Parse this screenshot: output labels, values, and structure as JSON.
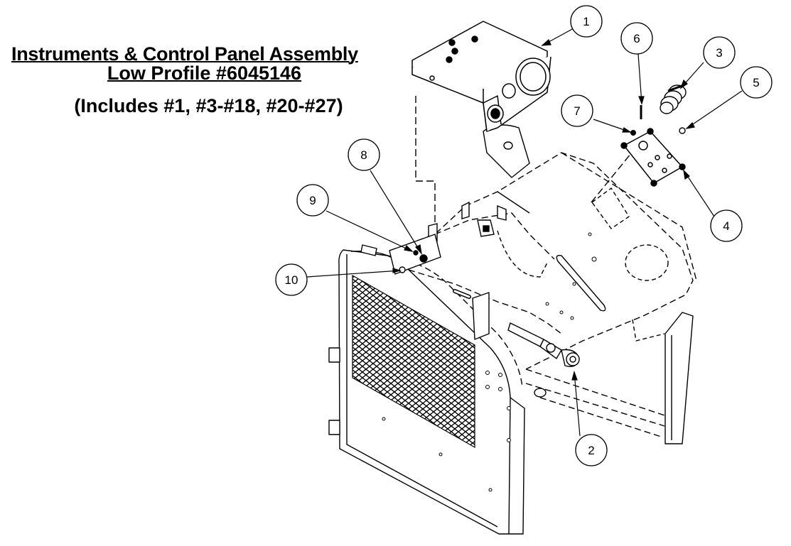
{
  "title": {
    "line1": "Instruments & Control Panel Assembly",
    "line2": "Low Profile #6045146",
    "line3": "(Includes #1, #3-#18, #20-#27)"
  },
  "callouts": [
    "1",
    "2",
    "3",
    "4",
    "5",
    "6",
    "7",
    "8",
    "9",
    "10"
  ],
  "colors": {
    "ink": "#000000",
    "paper": "#ffffff"
  }
}
